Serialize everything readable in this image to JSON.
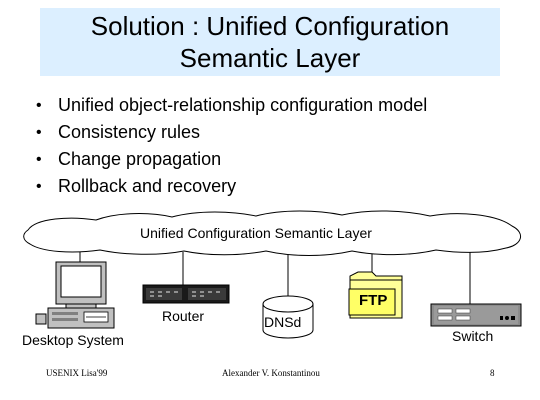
{
  "title": {
    "line1": "Solution : Unified Configuration",
    "line2": "Semantic Layer"
  },
  "bullets": [
    "Unified object-relationship configuration model",
    "Consistency rules",
    "Change propagation",
    "Rollback and recovery"
  ],
  "diagram": {
    "layer_label": "Unified Configuration Semantic Layer",
    "nodes": {
      "desktop": "Desktop System",
      "router": "Router",
      "dnsd": "DNSd",
      "ftp": "FTP",
      "switch": "Switch"
    },
    "colors": {
      "ftp_folder": "#ffff99",
      "ftp_box": "#ffff66",
      "title_bg": "#dcefff"
    }
  },
  "footer": {
    "left": "USENIX Lisa'99",
    "center": "Alexander V. Konstantinou",
    "right": "8"
  }
}
